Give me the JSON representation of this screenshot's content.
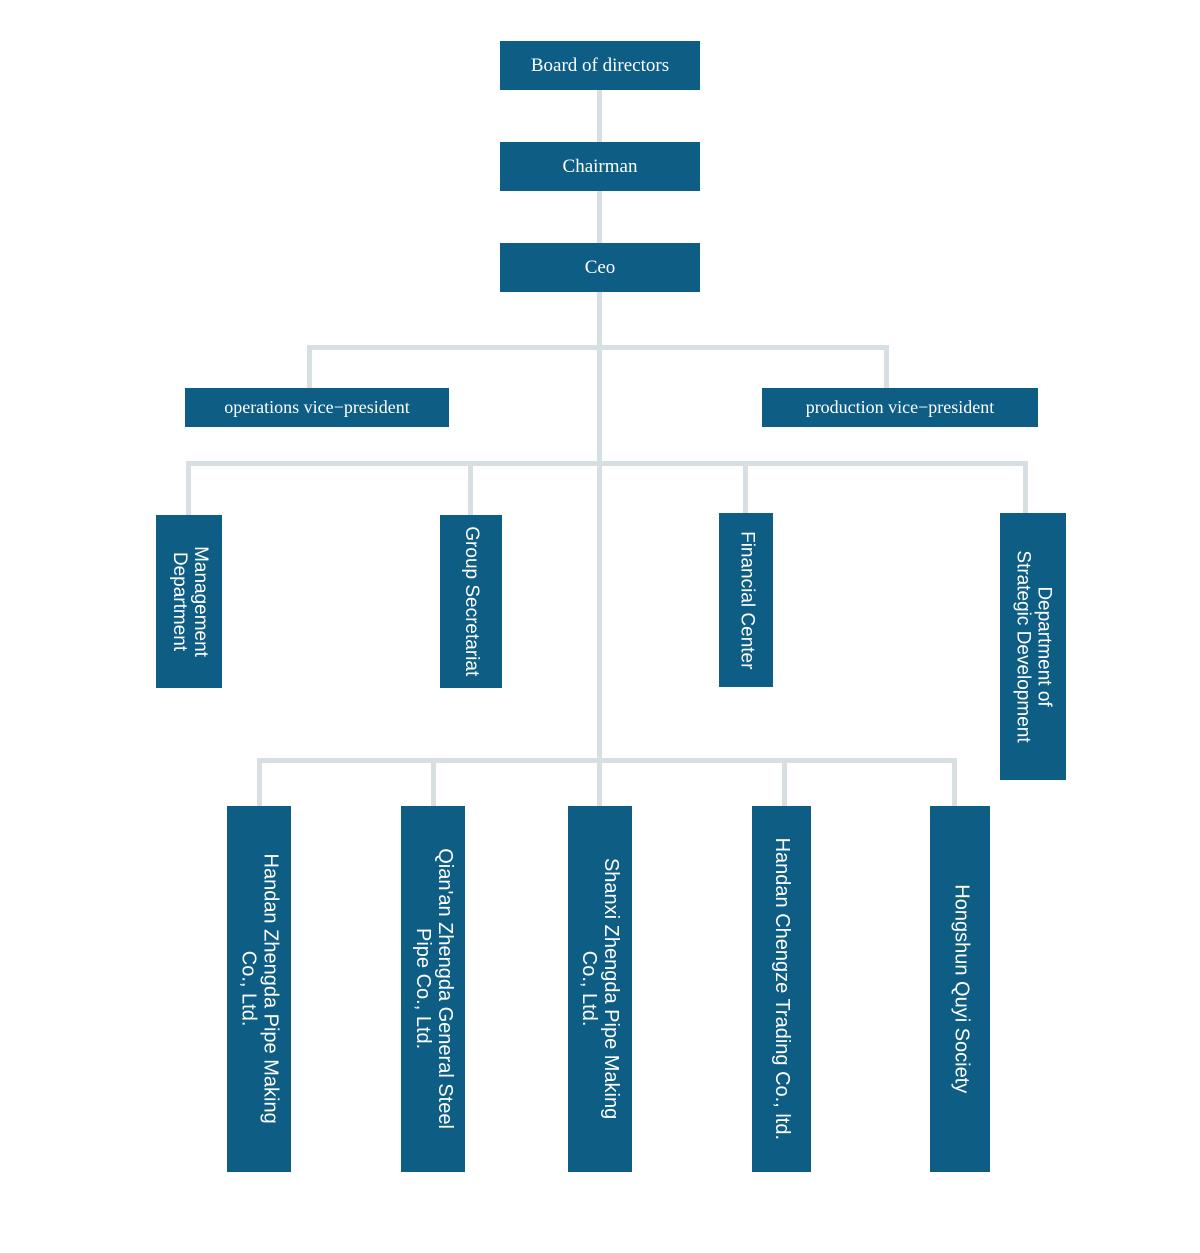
{
  "chart_data": {
    "type": "diagram",
    "diagram_type": "organizational-chart",
    "title": "",
    "colors": {
      "node_fill": "#0d5d85",
      "node_text": "#ffffff",
      "connector": "#d7dfe3",
      "background": "#ffffff"
    },
    "levels": [
      {
        "name": "board",
        "nodes": [
          "board-of-directors"
        ]
      },
      {
        "name": "chairman",
        "nodes": [
          "chairman"
        ]
      },
      {
        "name": "ceo",
        "nodes": [
          "ceo"
        ]
      },
      {
        "name": "vice-presidents",
        "nodes": [
          "operations-vice-president",
          "production-vice-president"
        ]
      },
      {
        "name": "departments",
        "nodes": [
          "management-department",
          "group-secretariat",
          "financial-center",
          "department-of-strategic-development"
        ]
      },
      {
        "name": "subsidiaries",
        "nodes": [
          "handan-zhengda-pipe-making",
          "qianan-zhengda-general-steel-pipe",
          "shanxi-zhengda-pipe-making",
          "handan-chengze-trading",
          "hongshun-quyi-society"
        ]
      }
    ]
  },
  "top": {
    "board": {
      "label": "Board of directors"
    },
    "chairman": {
      "label": "Chairman"
    },
    "ceo": {
      "label": "Ceo"
    }
  },
  "vice_presidents": [
    {
      "id": "operations",
      "label": "operations vice−president"
    },
    {
      "id": "production",
      "label": "production vice−president"
    }
  ],
  "departments": [
    {
      "id": "management",
      "label": "Management\nDepartment",
      "lines": 2
    },
    {
      "id": "secretariat",
      "label": "Group Secretariat",
      "lines": 1
    },
    {
      "id": "financial",
      "label": "Financial Center",
      "lines": 1
    },
    {
      "id": "strategic",
      "label": "Department of\nStrategic Development",
      "lines": 2
    }
  ],
  "subsidiaries": [
    {
      "id": "handan-zhengda",
      "label": "Handan Zhengda Pipe Making\nCo., Ltd.",
      "lines": 2
    },
    {
      "id": "qianan-zhengda",
      "label": "Qian'an Zhengda General Steel\nPipe Co., Ltd.",
      "lines": 2
    },
    {
      "id": "shanxi-zhengda",
      "label": "Shanxi Zhengda Pipe Making\nCo., Ltd.",
      "lines": 2
    },
    {
      "id": "handan-chengze",
      "label": "Handan Chengze Trading Co., ltd.",
      "lines": 1
    },
    {
      "id": "hongshun-quyi",
      "label": "Hongshun Quyi Society",
      "lines": 1
    }
  ]
}
